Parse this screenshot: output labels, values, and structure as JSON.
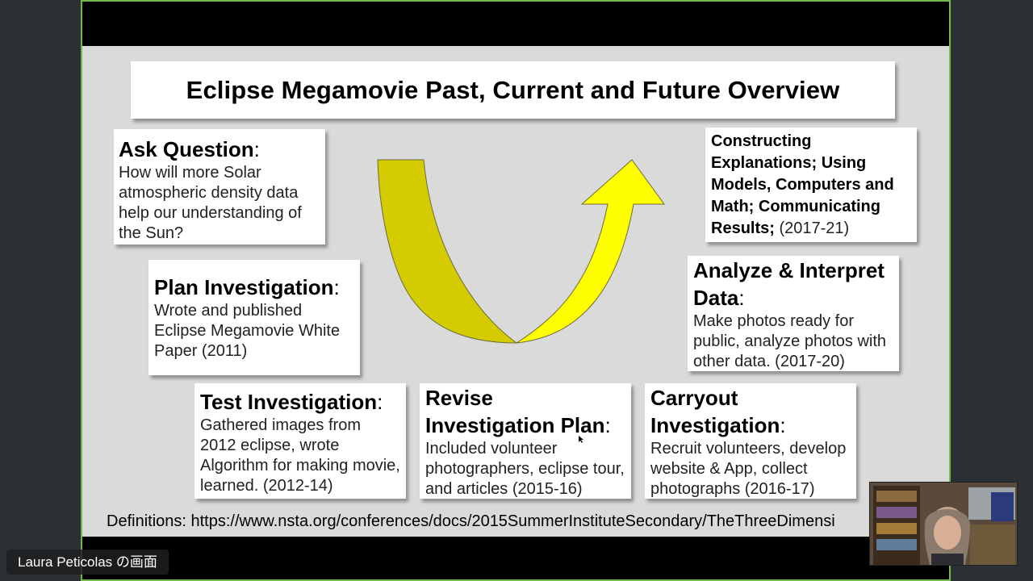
{
  "slide": {
    "title": "Eclipse Megamovie Past, Current and Future Overview",
    "cards": {
      "ask": {
        "head": "Ask Question",
        "colon": ":",
        "body": "How will more Solar atmospheric density data help our understanding of the Sun?"
      },
      "plan": {
        "head": "Plan Investigation",
        "colon": ":",
        "body": "Wrote and published Eclipse Megamovie White Paper (2011)"
      },
      "test": {
        "head": "Test Investigation",
        "colon": ":",
        "body": "Gathered images from 2012 eclipse, wrote Algorithm for making movie, learned. (2012-14)"
      },
      "revise": {
        "head": "Revise Investigation Plan",
        "colon": ":",
        "body": "Included volunteer photographers, eclipse tour, and articles (2015-16)"
      },
      "carry": {
        "head": "Carryout Investigation",
        "colon": ":",
        "body": "Recruit volunteers, develop website & App, collect photographs (2016-17)"
      },
      "analyze": {
        "head": "Analyze & Interpret Data",
        "colon": ":",
        "body": "Make photos ready for public, analyze photos with other data.  (2017-20)"
      },
      "construct": {
        "body_bold": "Constructing Explanations; Using Models, Computers and Math; Communicating Results;",
        "body_tail": "  (2017-21)"
      }
    },
    "definitions": "Definitions: https://www.nsta.org/conferences/docs/2015SummerInstituteSecondary/TheThreeDimensi"
  },
  "arrow": {
    "dark_color": "#d4cc00",
    "light_color": "#ffff00",
    "outline": "#6b6b3a"
  },
  "webcam": {
    "label": "webcam-thumbnail"
  },
  "share_label": "Laura Peticolas の画面",
  "colors": {
    "frame": "#73b94a",
    "slide_bg": "#dadada"
  }
}
